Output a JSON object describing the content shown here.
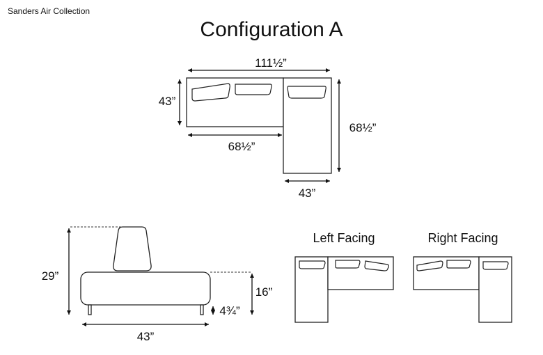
{
  "header": {
    "collection": "Sanders Air Collection",
    "title": "Configuration A"
  },
  "top_view": {
    "overall_width": "111½”",
    "depth": "43”",
    "right_depth": "68½”",
    "inner_length": "68½”",
    "chaise_width": "43”"
  },
  "side_view": {
    "height": "29”",
    "seat_height": "16”",
    "leg_height": "4¾”",
    "depth": "43”"
  },
  "facing": {
    "left_label": "Left Facing",
    "right_label": "Right Facing"
  }
}
